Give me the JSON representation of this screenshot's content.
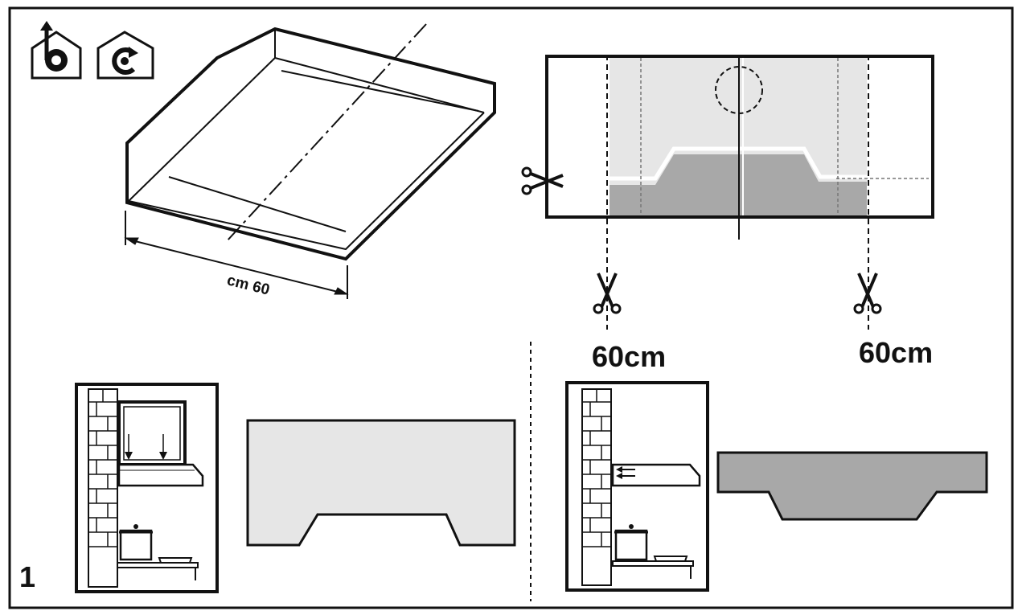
{
  "figure": {
    "number": "1",
    "dimension_label": "cm 60",
    "cut_labels": [
      "60cm",
      "60cm"
    ]
  },
  "icons": [
    "ducted-extraction-icon",
    "recirculation-icon"
  ],
  "colors": {
    "ink": "#111111",
    "light_fill": "#e6e6e6",
    "dark_fill": "#a8a8a8",
    "background": "#ffffff"
  }
}
